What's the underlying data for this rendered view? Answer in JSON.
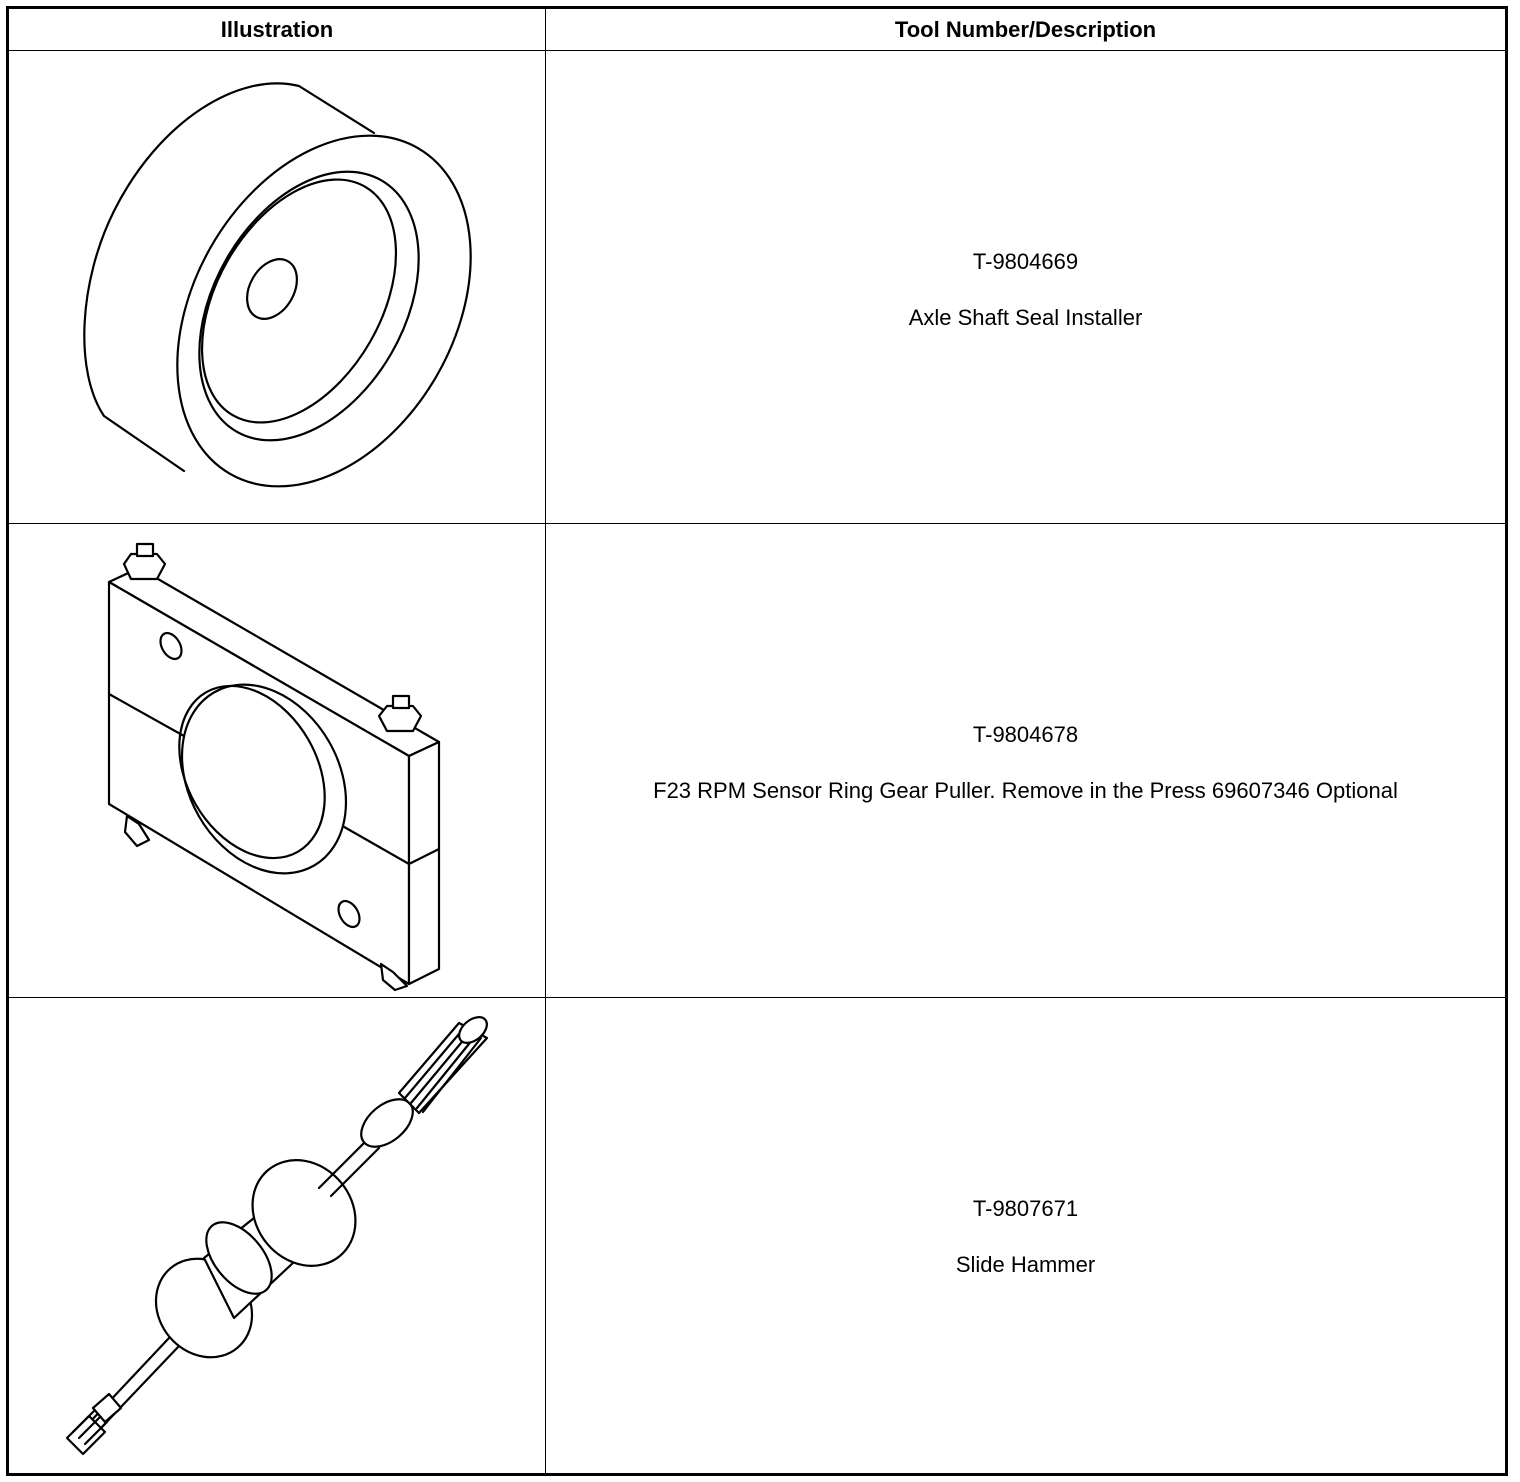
{
  "table": {
    "headers": {
      "illustration": "Illustration",
      "tool": "Tool Number/Description"
    },
    "rows": [
      {
        "tool_number": "T-9804669",
        "description": "Axle Shaft Seal Installer",
        "illustration_icon": "seal-installer-icon"
      },
      {
        "tool_number": "T-9804678",
        "description": "F23 RPM Sensor Ring Gear Puller. Remove in the Press 69607346 Optional",
        "illustration_icon": "ring-gear-puller-icon"
      },
      {
        "tool_number": "T-9807671",
        "description": "Slide Hammer",
        "illustration_icon": "slide-hammer-icon"
      }
    ]
  }
}
